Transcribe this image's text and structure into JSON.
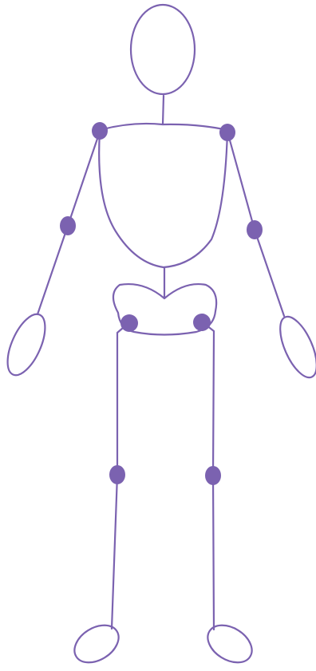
{
  "figure": {
    "stroke_color": "#7b62b0",
    "joint_color": "#7b62b0",
    "background": "#ffffff",
    "parts": [
      "head",
      "neck",
      "shoulders",
      "torso",
      "pelvis",
      "left-arm",
      "right-arm",
      "left-hand",
      "right-hand",
      "left-leg",
      "right-leg",
      "left-foot",
      "right-foot"
    ],
    "joints": [
      "left-shoulder",
      "right-shoulder",
      "left-elbow",
      "right-elbow",
      "left-hip",
      "right-hip",
      "left-knee",
      "right-knee"
    ]
  }
}
